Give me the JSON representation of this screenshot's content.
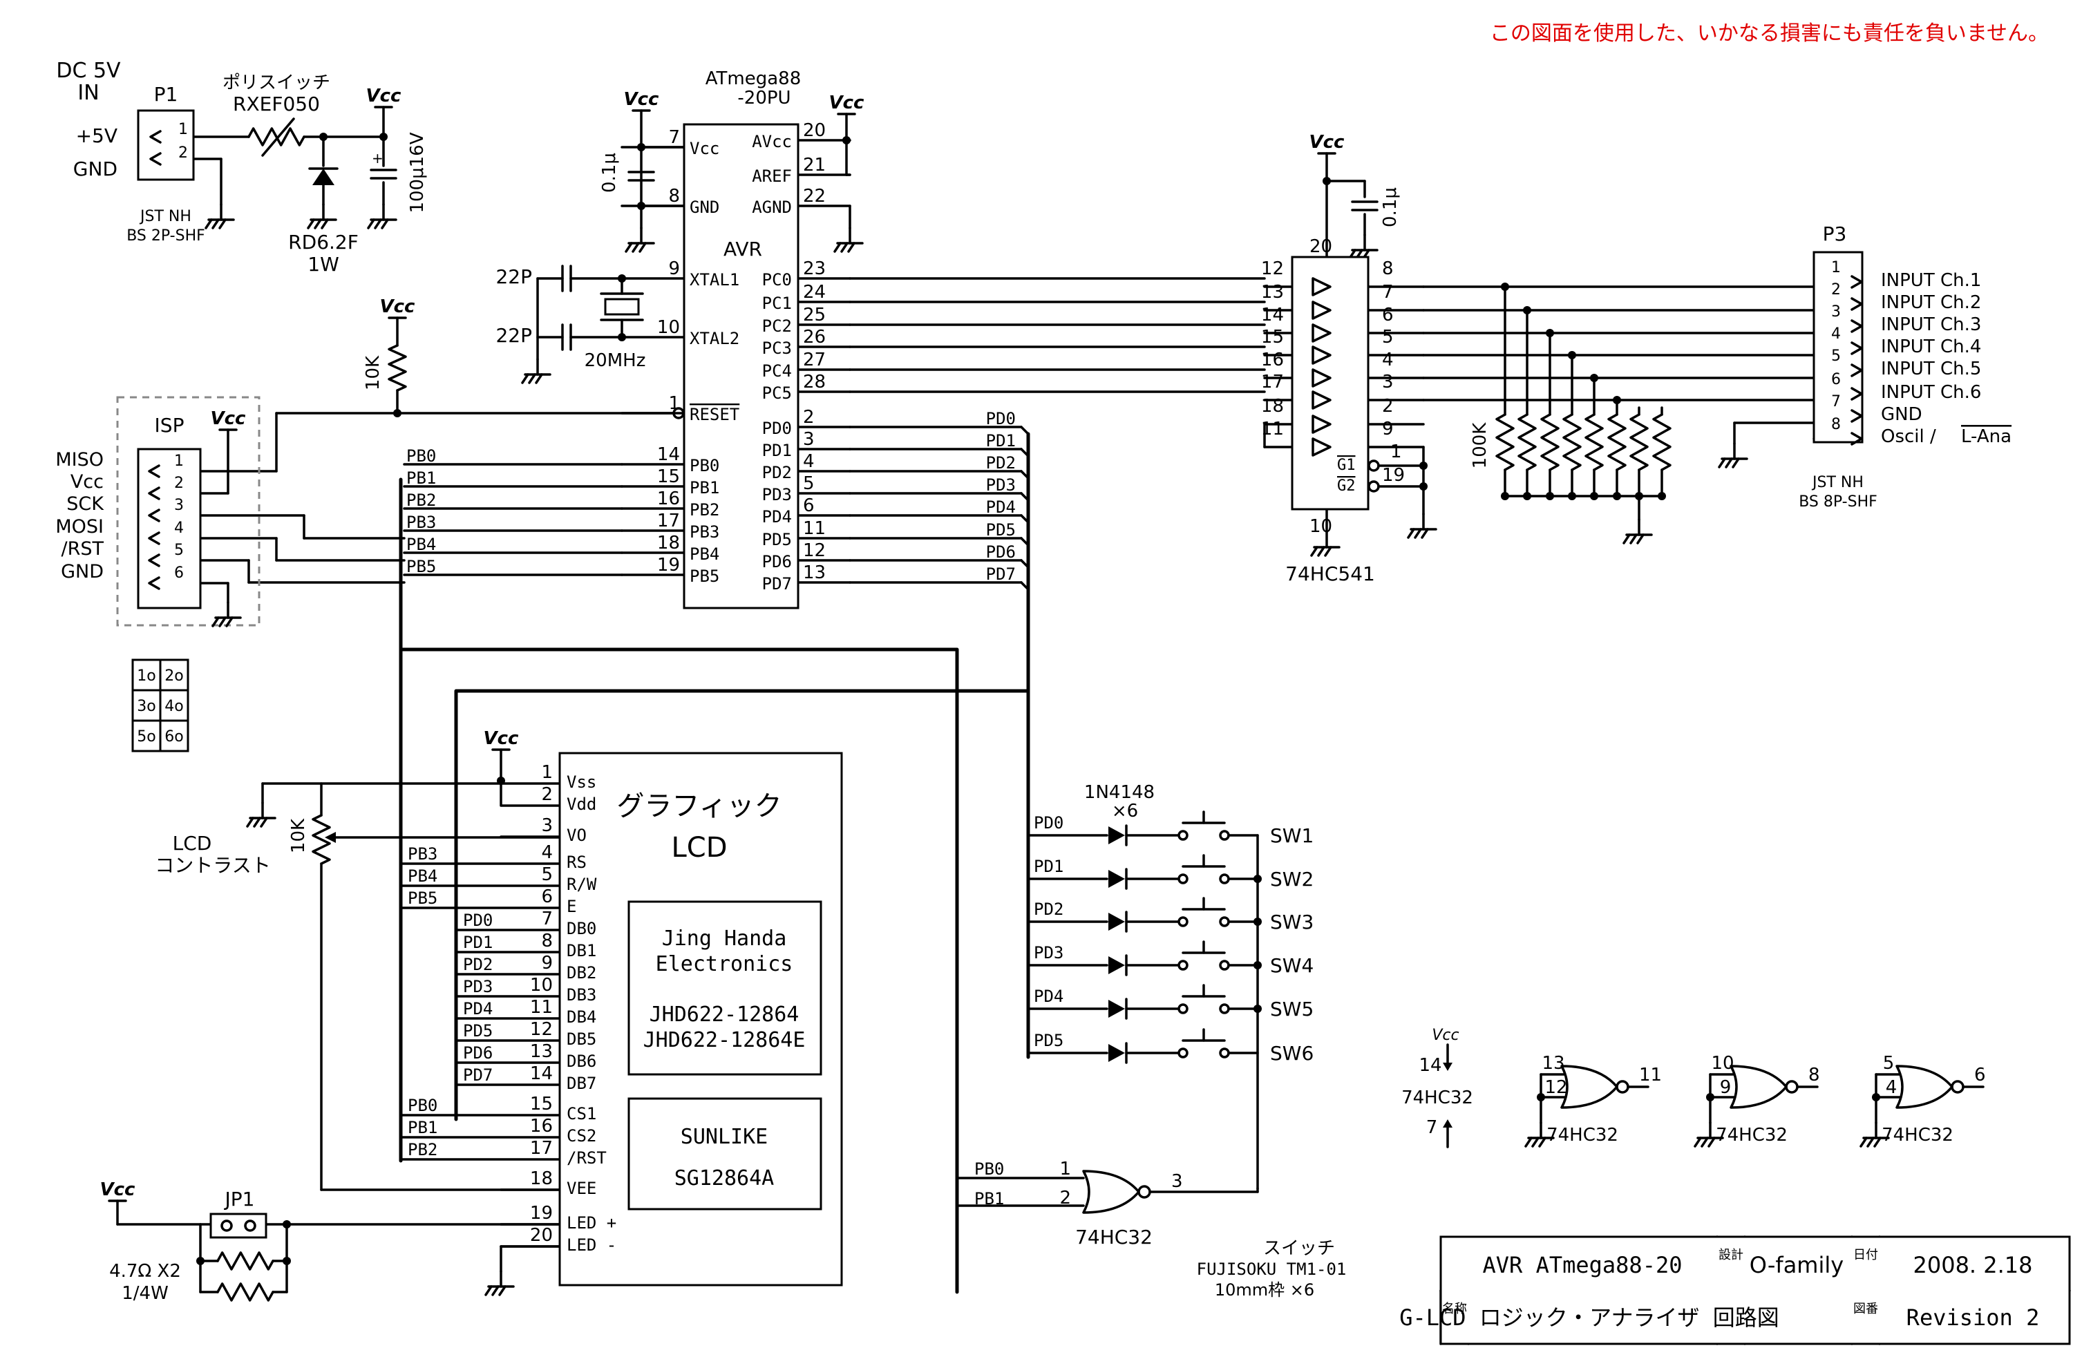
{
  "disclaimer": "この図面を使用した、いかなる損害にも責任を負いません。",
  "power": {
    "dc_in": "DC 5V",
    "dc_in2": "IN",
    "connector": "P1",
    "pin1": "1",
    "pin2": "2",
    "label_5v": "+5V",
    "label_gnd": "GND",
    "jst1": "JST NH",
    "jst2": "BS 2P-SHF",
    "polyswitch1": "ポリスイッチ",
    "polyswitch2": "RXEF050",
    "zener1": "RD6.2F",
    "zener2": "1W",
    "vcc": "Vcc",
    "cap": "100μ16V"
  },
  "mcu": {
    "name1": "ATmega88",
    "name2": "-20PU",
    "core": "AVR",
    "vcc_cap": "0.1μ",
    "xtal_cap1": "22P",
    "xtal_cap2": "22P",
    "crystal": "20MHz",
    "pullup": "10K",
    "left_pins": [
      {
        "num": "7",
        "name": "Vcc"
      },
      {
        "num": "8",
        "name": "GND"
      },
      {
        "num": "9",
        "name": "XTAL1"
      },
      {
        "num": "10",
        "name": "XTAL2"
      },
      {
        "num": "1",
        "name": "RESET"
      },
      {
        "num": "14",
        "name": "PB0"
      },
      {
        "num": "15",
        "name": "PB1"
      },
      {
        "num": "16",
        "name": "PB2"
      },
      {
        "num": "17",
        "name": "PB3"
      },
      {
        "num": "18",
        "name": "PB4"
      },
      {
        "num": "19",
        "name": "PB5"
      }
    ],
    "right_pins": [
      {
        "num": "20",
        "name": "AVcc"
      },
      {
        "num": "21",
        "name": "AREF"
      },
      {
        "num": "22",
        "name": "AGND"
      },
      {
        "num": "23",
        "name": "PC0"
      },
      {
        "num": "24",
        "name": "PC1"
      },
      {
        "num": "25",
        "name": "PC2"
      },
      {
        "num": "26",
        "name": "PC3"
      },
      {
        "num": "27",
        "name": "PC4"
      },
      {
        "num": "28",
        "name": "PC5"
      },
      {
        "num": "2",
        "name": "PD0"
      },
      {
        "num": "3",
        "name": "PD1"
      },
      {
        "num": "4",
        "name": "PD2"
      },
      {
        "num": "5",
        "name": "PD3"
      },
      {
        "num": "6",
        "name": "PD4"
      },
      {
        "num": "11",
        "name": "PD5"
      },
      {
        "num": "12",
        "name": "PD6"
      },
      {
        "num": "13",
        "name": "PD7"
      }
    ],
    "pb_bus": [
      "PB0",
      "PB1",
      "PB2",
      "PB3",
      "PB4",
      "PB5"
    ],
    "pd_bus": [
      "PD0",
      "PD1",
      "PD2",
      "PD3",
      "PD4",
      "PD5",
      "PD6",
      "PD7"
    ]
  },
  "isp": {
    "title": "ISP",
    "vcc": "Vcc",
    "signals": [
      "MISO",
      "Vcc",
      "SCK",
      "MOSI",
      "/RST",
      "GND"
    ],
    "pins": [
      "1",
      "2",
      "3",
      "4",
      "5",
      "6"
    ],
    "grid": [
      "1o",
      "2o",
      "3o",
      "4o",
      "5o",
      "6o"
    ]
  },
  "buffer": {
    "name": "74HC541",
    "vcc": "Vcc",
    "cap": "0.1μ",
    "pin20": "20",
    "pin10": "10",
    "in_pins": [
      "12",
      "13",
      "14",
      "15",
      "16",
      "17",
      "18",
      "11"
    ],
    "out_pins": [
      "8",
      "7",
      "6",
      "5",
      "4",
      "3",
      "2",
      "9"
    ],
    "g1": "G1",
    "g2": "G2",
    "g1_pin": "1",
    "g2_pin": "19",
    "pulldown": "100K"
  },
  "p3": {
    "connector": "P3",
    "pins": [
      "1",
      "2",
      "3",
      "4",
      "5",
      "6",
      "7",
      "8"
    ],
    "labels": [
      "INPUT Ch.1",
      "INPUT Ch.2",
      "INPUT Ch.3",
      "INPUT Ch.4",
      "INPUT Ch.5",
      "INPUT Ch.6",
      "GND"
    ],
    "oscil": "Oscil / ",
    "lana": "L-Ana",
    "jst1": "JST NH",
    "jst2": "BS 8P-SHF"
  },
  "lcd": {
    "title1": "グラフィック",
    "title2": "LCD",
    "vendor1": "Jing Handa",
    "vendor2": "Electronics",
    "model1": "JHD622-12864",
    "model2": "JHD622-12864E",
    "alt1": "SUNLIKE",
    "alt2": "SG12864A",
    "vcc": "Vcc",
    "contrast1": "LCD",
    "contrast2": "コントラスト",
    "pot": "10K",
    "pins": [
      {
        "num": "1",
        "name": "Vss",
        "net": ""
      },
      {
        "num": "2",
        "name": "Vdd",
        "net": ""
      },
      {
        "num": "3",
        "name": "VO",
        "net": ""
      },
      {
        "num": "4",
        "name": "RS",
        "net": "PB3"
      },
      {
        "num": "5",
        "name": "R/W",
        "net": "PB4"
      },
      {
        "num": "6",
        "name": "E",
        "net": "PB5"
      },
      {
        "num": "7",
        "name": "DB0",
        "net": "PD0"
      },
      {
        "num": "8",
        "name": "DB1",
        "net": "PD1"
      },
      {
        "num": "9",
        "name": "DB2",
        "net": "PD2"
      },
      {
        "num": "10",
        "name": "DB3",
        "net": "PD3"
      },
      {
        "num": "11",
        "name": "DB4",
        "net": "PD4"
      },
      {
        "num": "12",
        "name": "DB5",
        "net": "PD5"
      },
      {
        "num": "13",
        "name": "DB6",
        "net": "PD6"
      },
      {
        "num": "14",
        "name": "DB7",
        "net": "PD7"
      },
      {
        "num": "15",
        "name": "CS1",
        "net": "PB0"
      },
      {
        "num": "16",
        "name": "CS2",
        "net": "PB1"
      },
      {
        "num": "17",
        "name": "/RST",
        "net": "PB2"
      },
      {
        "num": "18",
        "name": "VEE",
        "net": ""
      },
      {
        "num": "19",
        "name": "LED +",
        "net": ""
      },
      {
        "num": "20",
        "name": "LED -",
        "net": ""
      }
    ],
    "jp": "JP1",
    "jp_vcc": "Vcc",
    "resistor1": "4.7Ω X2",
    "resistor2": "1/4W"
  },
  "switches": {
    "diode1": "1N4148",
    "diode2": "×6",
    "nets": [
      "PD0",
      "PD1",
      "PD2",
      "PD3",
      "PD4",
      "PD5"
    ],
    "labels": [
      "SW1",
      "SW2",
      "SW3",
      "SW4",
      "SW5",
      "SW6"
    ],
    "title1": "スイッチ",
    "title2": "FUJISOKU TM1-01",
    "title3": "10mm枠 ×6"
  },
  "gate": {
    "name": "74HC32",
    "in1": "PB0",
    "in2": "PB1",
    "pin1": "1",
    "pin2": "2",
    "pin3": "3"
  },
  "spares": {
    "vcc": "Vcc",
    "pin14": "14",
    "pin7": "7",
    "name": "74HC32",
    "gates": [
      {
        "a": "13",
        "b": "12",
        "y": "11",
        "name": "74HC32"
      },
      {
        "a": "10",
        "b": "9",
        "y": "8",
        "name": "74HC32"
      },
      {
        "a": "5",
        "b": "4",
        "y": "6",
        "name": "74HC32"
      }
    ]
  },
  "titleblock": {
    "project": "AVR ATmega88-20",
    "design_label": "設計",
    "designer": "O-family",
    "date_label": "日付",
    "date": "2008. 2.18",
    "name_label": "名称",
    "title": "G-LCD ロジック・アナライザ 回路図",
    "drawing_label": "図番",
    "revision": "Revision 2"
  }
}
